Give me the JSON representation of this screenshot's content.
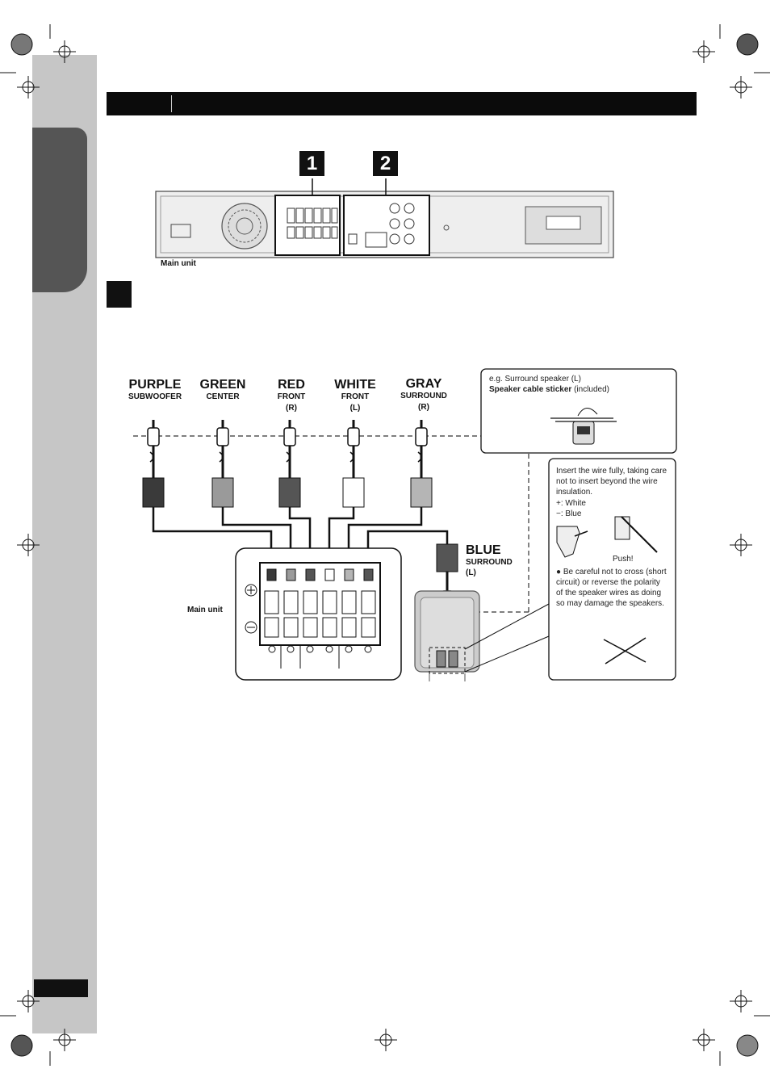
{
  "steps": {
    "step1": "1",
    "step2": "2"
  },
  "unit_diagram": {
    "caption": "Main unit"
  },
  "speakers": [
    {
      "color": "PURPLE",
      "role": "SUBWOOFER",
      "side": ""
    },
    {
      "color": "GREEN",
      "role": "CENTER",
      "side": ""
    },
    {
      "color": "RED",
      "role": "FRONT",
      "side": "(R)"
    },
    {
      "color": "WHITE",
      "role": "FRONT",
      "side": "(L)"
    },
    {
      "color": "GRAY",
      "role": "SURROUND",
      "side": "(R)"
    }
  ],
  "blue_speaker": {
    "color": "BLUE",
    "role": "SURROUND",
    "side": "(L)"
  },
  "terminal_panel": {
    "caption": "Main unit"
  },
  "sticker_box": {
    "example": "e.g. Surround speaker (L)",
    "sticker_bold": "Speaker cable sticker",
    "sticker_rest": " (included)"
  },
  "wire_box": {
    "instruction": "Insert the wire fully, taking care not to insert beyond the wire insulation.",
    "plus_line": "+: White",
    "minus_line": "−: Blue",
    "push": "Push!",
    "caution": "● Be careful not to cross (short circuit) or reverse the polarity of the speaker wires as doing so may damage the speakers."
  },
  "colors": {
    "purple": "#3a3a3a",
    "green": "#9a9a9a",
    "red": "#555555",
    "white": "#ffffff",
    "gray": "#b5b5b5",
    "blue": "#555555"
  }
}
